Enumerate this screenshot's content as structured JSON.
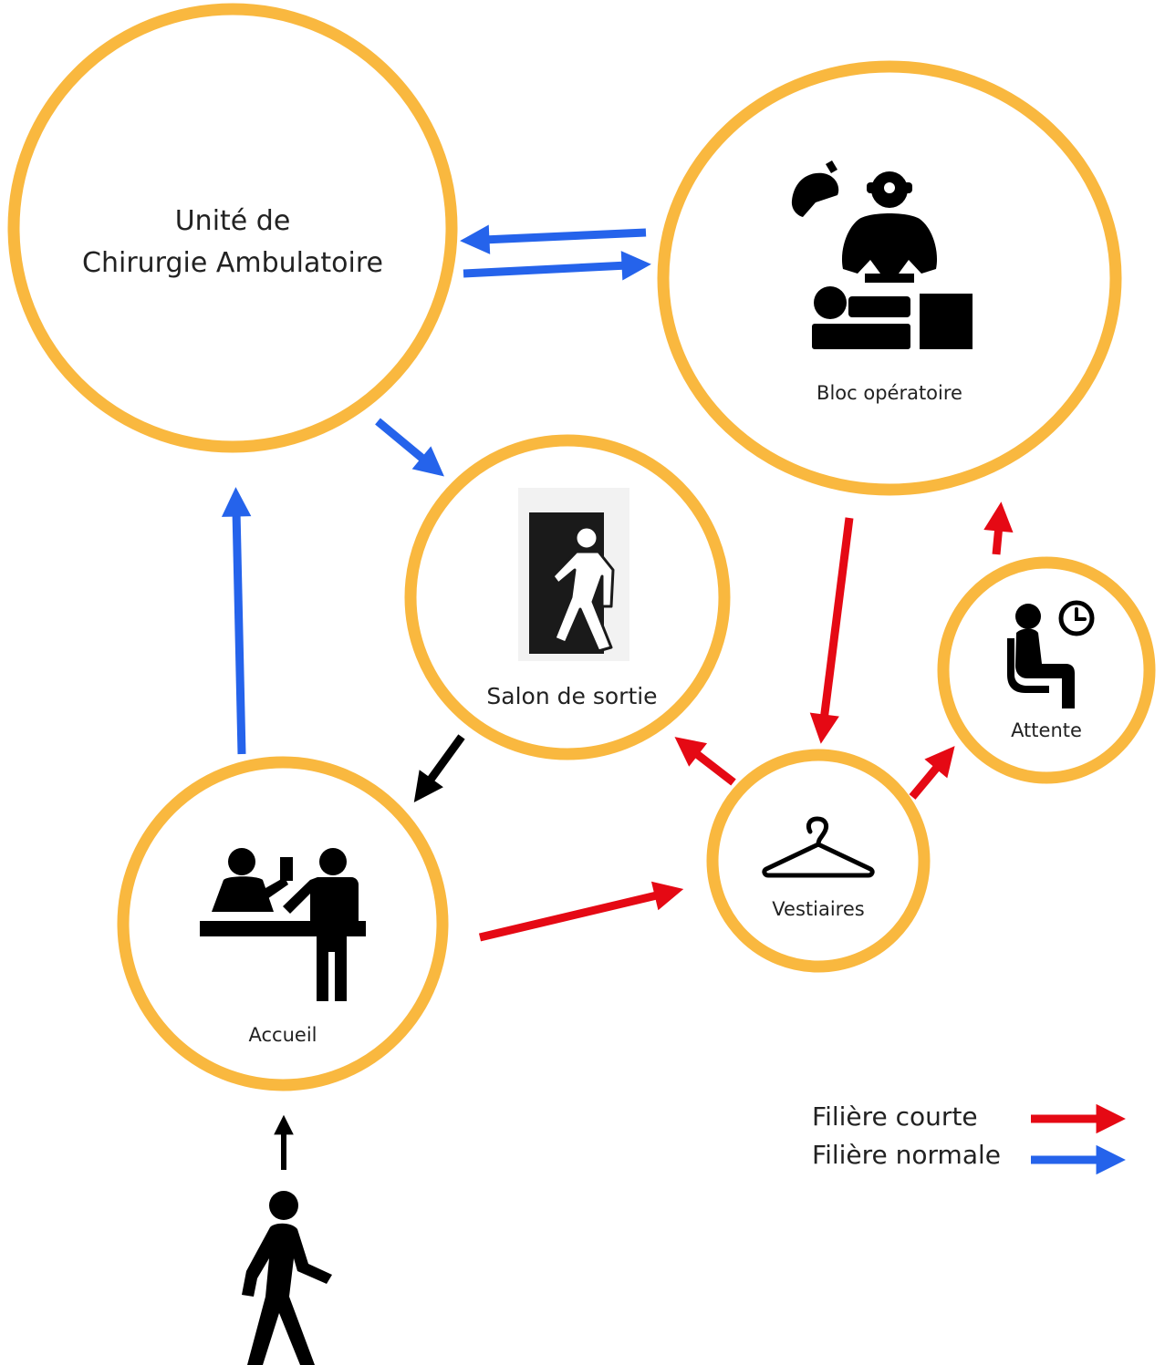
{
  "colors": {
    "circle": "#F9B83F",
    "short_path": "#E50914",
    "normal_path": "#2563EB",
    "entry_path": "#000000",
    "icon": "#000000"
  },
  "nodes": {
    "uca": {
      "label_line1": "Unité de",
      "label_line2": "Chirurgie Ambulatoire"
    },
    "bloc": {
      "label": "Bloc opératoire",
      "icon": "surgeon-operating-icon"
    },
    "salon": {
      "label": "Salon de sortie",
      "icon": "exit-door-icon"
    },
    "attente": {
      "label": "Attente",
      "icon": "waiting-person-clock-icon"
    },
    "vestiaires": {
      "label": "Vestiaires",
      "icon": "coat-hanger-icon"
    },
    "accueil": {
      "label": "Accueil",
      "icon": "reception-desk-icon"
    }
  },
  "entry": {
    "icon": "walking-person-icon"
  },
  "legend": {
    "short": "Filière courte",
    "normal": "Filière normale"
  }
}
